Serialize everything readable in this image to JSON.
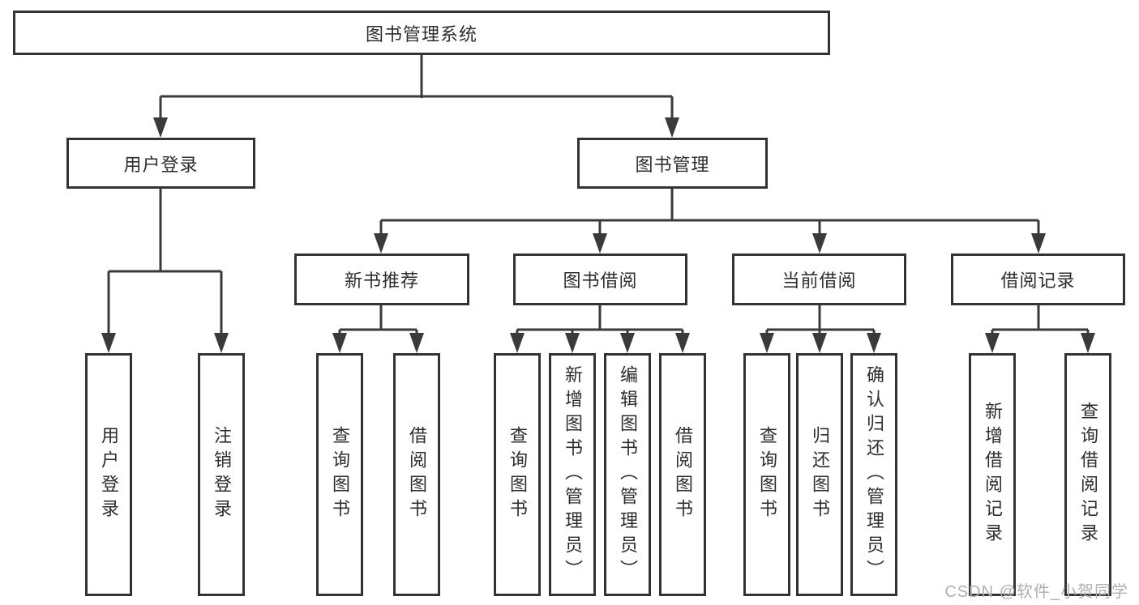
{
  "colors": {
    "background": "#ffffff",
    "fill": "#ffffff",
    "border": "#333333",
    "line": "#3a3a3a",
    "text": "#2d2d2d",
    "watermark": "#b0b0b0"
  },
  "watermark": {
    "text": "CSDN @软件_小贺同学"
  },
  "tree": {
    "root": {
      "label": "图书管理系统",
      "children": [
        {
          "label": "用户登录",
          "children": [
            {
              "label": "用户登录"
            },
            {
              "label": "注销登录"
            }
          ]
        },
        {
          "label": "图书管理",
          "children": [
            {
              "label": "新书推荐",
              "children": [
                {
                  "label": "查询图书"
                },
                {
                  "label": "借阅图书"
                }
              ]
            },
            {
              "label": "图书借阅",
              "children": [
                {
                  "label": "查询图书"
                },
                {
                  "label": "新增图书（管理员）"
                },
                {
                  "label": "编辑图书（管理员）"
                },
                {
                  "label": "借阅图书"
                }
              ]
            },
            {
              "label": "当前借阅",
              "children": [
                {
                  "label": "查询图书"
                },
                {
                  "label": "归还图书"
                },
                {
                  "label": "确认归还（管理员）"
                }
              ]
            },
            {
              "label": "借阅记录",
              "children": [
                {
                  "label": "新增借阅记录"
                },
                {
                  "label": "查询借阅记录"
                }
              ]
            }
          ]
        }
      ]
    }
  }
}
